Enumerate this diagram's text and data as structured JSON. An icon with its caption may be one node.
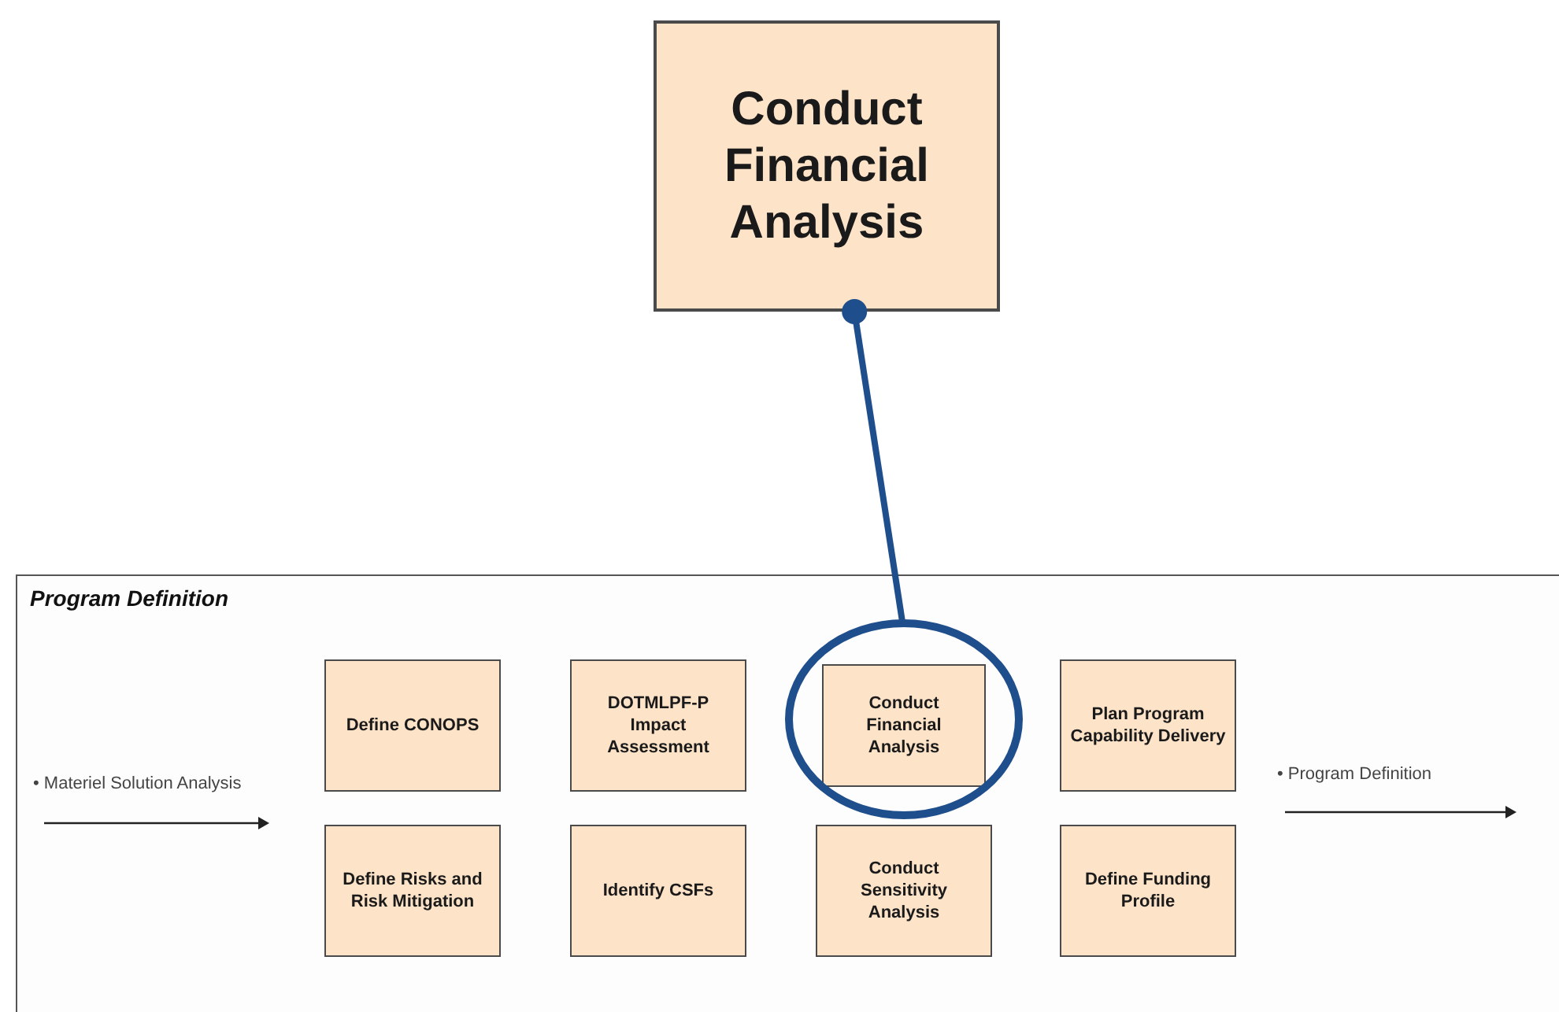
{
  "diagram": {
    "nodes": [
      {
        "text": [
          "Conduct Financial Analysis"
        ]
      },
      {
        "text": [
          "Program Definition"
        ]
      },
      {
        "text": [
          "Define CONOPS"
        ],
        "in": 1
      },
      {
        "text": [
          "DOTMLPF-P Impact Assessment"
        ],
        "in": 1
      },
      {
        "text": [],
        "shape": "circle",
        "in": 1
      },
      {
        "text": [
          "Conduct Financial Analysis"
        ],
        "in": 4
      },
      {
        "text": [
          "Plan Program Capability Delivery"
        ],
        "in": 1
      },
      {
        "text": [
          "Define Risks and Risk Mitigation"
        ],
        "in": 1
      },
      {
        "text": [
          "Identify CSFs"
        ],
        "in": 1
      },
      {
        "text": [
          "Conduct Sensitivity Analysis"
        ],
        "in": 1
      },
      {
        "text": [
          "Define Funding Profile"
        ],
        "in": 1
      }
    ],
    "edges": [
      {
        "from": 4,
        "to": 0,
        "arrow": "other"
      }
    ],
    "labels": [
      "• Materiel Solution Analysis",
      "• Program Definition"
    ]
  }
}
